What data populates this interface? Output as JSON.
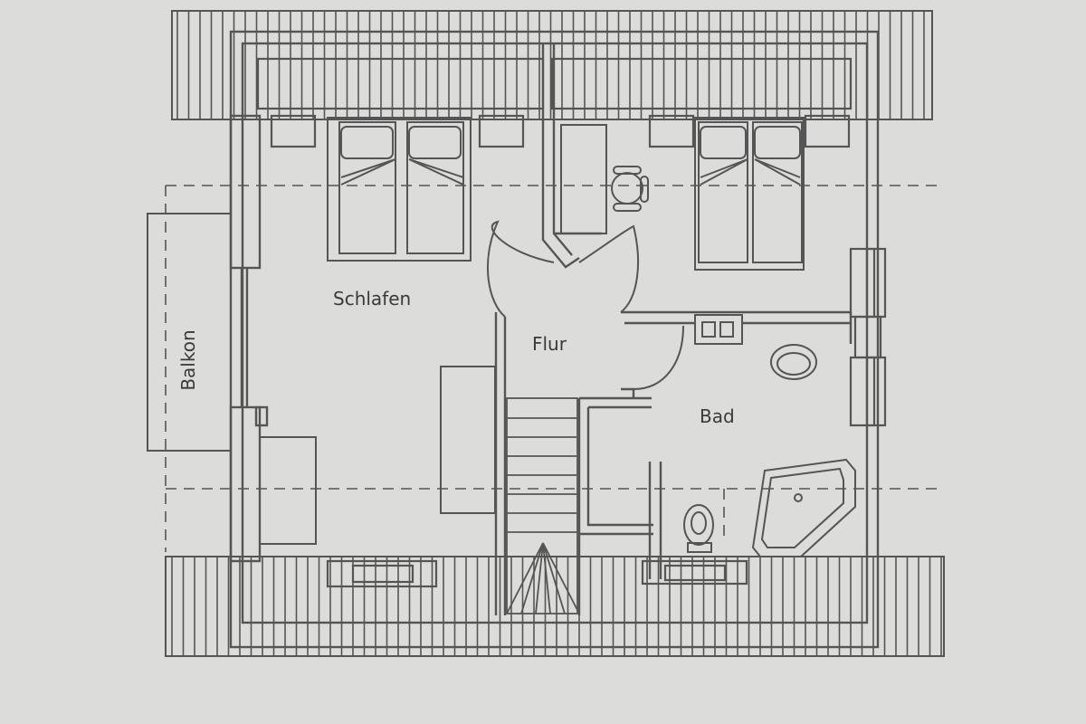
{
  "plan": {
    "rooms": {
      "schlafen": "Schlafen",
      "flur": "Flur",
      "bad": "Bad",
      "balkon": "Balkon"
    }
  },
  "colors": {
    "paper": "#dcdcda",
    "line": "#555555",
    "text": "#3a3a3a"
  }
}
